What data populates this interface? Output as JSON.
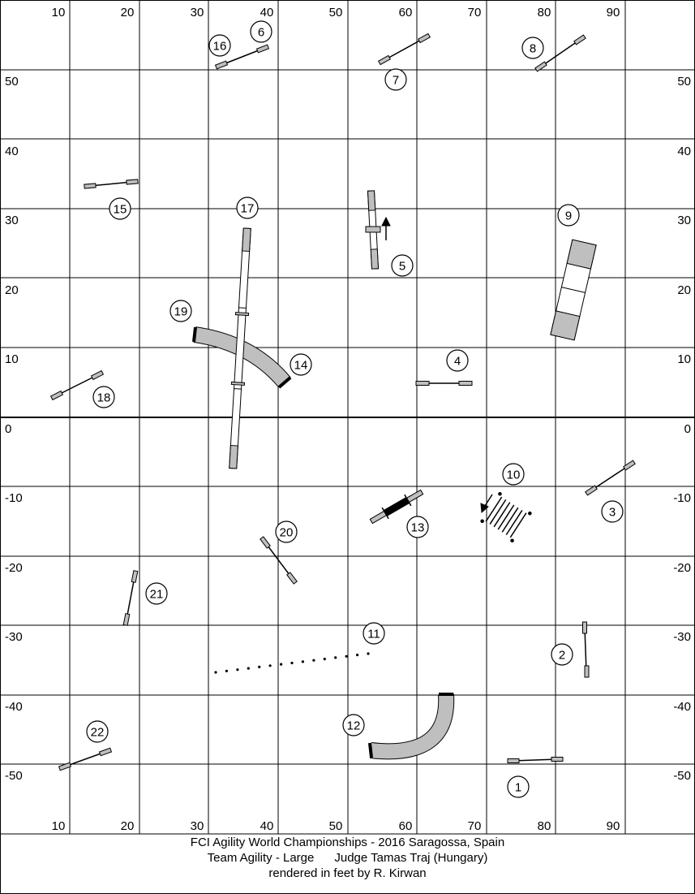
{
  "grid": {
    "x_labels_top": [
      "10",
      "20",
      "30",
      "40",
      "50",
      "60",
      "70",
      "80",
      "90"
    ],
    "x_labels_bottom": [
      "10",
      "20",
      "30",
      "40",
      "50",
      "60",
      "70",
      "80",
      "90"
    ],
    "y_labels_left": [
      "50",
      "40",
      "30",
      "20",
      "10",
      "0",
      "-10",
      "-20",
      "-30",
      "-40",
      "-50"
    ],
    "y_labels_right": [
      "50",
      "40",
      "30",
      "20",
      "10",
      "0",
      "-10",
      "-20",
      "-30",
      "-40",
      "-50"
    ]
  },
  "obstacles": [
    {
      "num": "1"
    },
    {
      "num": "2"
    },
    {
      "num": "3"
    },
    {
      "num": "4"
    },
    {
      "num": "5"
    },
    {
      "num": "6"
    },
    {
      "num": "7"
    },
    {
      "num": "8"
    },
    {
      "num": "9"
    },
    {
      "num": "10"
    },
    {
      "num": "11"
    },
    {
      "num": "12"
    },
    {
      "num": "13"
    },
    {
      "num": "14"
    },
    {
      "num": "15"
    },
    {
      "num": "16"
    },
    {
      "num": "17"
    },
    {
      "num": "18"
    },
    {
      "num": "19"
    },
    {
      "num": "20"
    },
    {
      "num": "21"
    },
    {
      "num": "22"
    }
  ],
  "footer": {
    "line1": "FCI Agility World Championships - 2016 Saragossa, Spain",
    "line2": "Team Agility - Large      Judge Tamas Traj (Hungary)",
    "line3": "rendered in feet by R. Kirwan"
  },
  "colors": {
    "equipment_fill": "#bfbfbf",
    "line": "#000000",
    "background": "#ffffff"
  }
}
